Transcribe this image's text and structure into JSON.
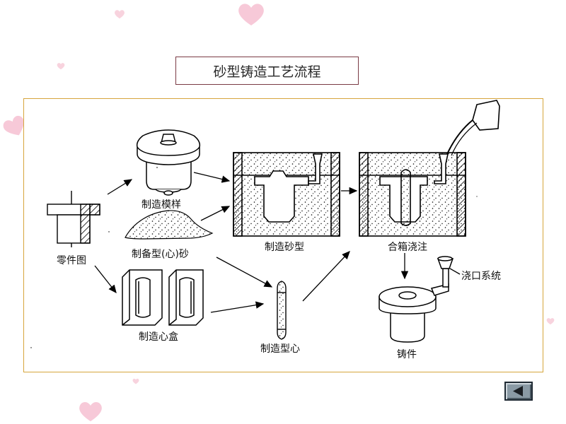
{
  "slide": {
    "title": "砂型铸造工艺流程",
    "labels": {
      "part_drawing": "零件图",
      "make_pattern": "制造模样",
      "prepare_sand": "制备型(心)砂",
      "make_core_box": "制造心盒",
      "make_sand_mold": "制造砂型",
      "make_core": "制造型心",
      "assemble_pour": "合箱浇注",
      "gating_system": "浇口系统",
      "casting": "铸件"
    }
  },
  "navigation": {
    "back_icon": "left-triangle-icon"
  },
  "colors": {
    "frame_border": "#d6a53c",
    "title_border": "#7a3a44",
    "heart_pink": "#f5b3c8",
    "button_face": "#8a9aa5"
  }
}
